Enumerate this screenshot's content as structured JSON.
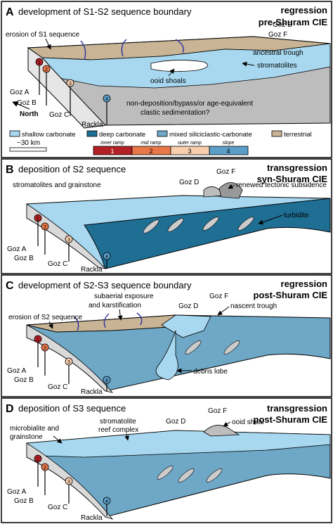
{
  "colors": {
    "shallow": "#a8d8f0",
    "deep": "#1f6e94",
    "mixed": "#6ea8c6",
    "terrestrial": "#c9b596",
    "inner": "#b21f24",
    "mid": "#e8774a",
    "outer": "#f7cfae",
    "slope": "#5b9ec8",
    "grey": "#b8b8b8",
    "river": "#3a3aa0"
  },
  "panels": [
    {
      "letter": "A",
      "title": "development of S1-S2 sequence boundary",
      "phase": "regression",
      "cie": "pre-Shuram CIE",
      "labels": {
        "erosion": "erosion of S1 sequence",
        "goz_d": "Goz D",
        "goz_f": "Goz F",
        "trough": "ancestral trough",
        "stromatolites": "stromatolites",
        "ooid": "ooid shoals",
        "nondep": "non-deposition/bypass/or age-equivalent",
        "clastic": "clastic sedimentation?"
      },
      "wells": {
        "goz_a": "Goz A",
        "goz_b": "Goz B",
        "goz_c": "Goz C",
        "rackla": "Rackla"
      },
      "north": "North"
    },
    {
      "letter": "B",
      "title": "deposition of S2 sequence",
      "phase": "transgression",
      "cie": "syn-Shuram CIE",
      "labels": {
        "strom": "stromatolites and grainstone",
        "goz_d": "Goz D",
        "goz_f": "Goz F",
        "tectonic": "renewed tectonic subsidence",
        "turbidite": "turbidite"
      },
      "wells": {
        "goz_a": "Goz A",
        "goz_b": "Goz B",
        "goz_c": "Goz C",
        "rackla": "Rackla"
      }
    },
    {
      "letter": "C",
      "title": "development of S2-S3 sequence boundary",
      "phase": "regression",
      "cie": "post-Shuram CIE",
      "labels": {
        "subaerial1": "subaerial exposure",
        "subaerial2": "and karstification",
        "goz_d": "Goz D",
        "goz_f": "Goz F",
        "nascent": "nascent trough",
        "erosion": "erosion of S2 sequence",
        "debris": "debris lobe"
      },
      "wells": {
        "goz_a": "Goz A",
        "goz_b": "Goz B",
        "goz_c": "Goz C",
        "rackla": "Rackla"
      }
    },
    {
      "letter": "D",
      "title": "deposition of S3 sequence",
      "phase": "transgression",
      "cie": "post-Shuram CIE",
      "labels": {
        "microbialite1": "microbialite and",
        "microbialite2": "grainstone",
        "strom1": "stromatolite",
        "strom2": "reef complex",
        "goz_d": "Goz D",
        "goz_f": "Goz F",
        "ooid": "ooid shoal"
      },
      "wells": {
        "goz_a": "Goz A",
        "goz_b": "Goz B",
        "goz_c": "Goz C",
        "rackla": "Rackla"
      }
    }
  ],
  "legend": {
    "shallow": "shallow carbonate",
    "deep": "deep carbonate",
    "mixed": "mixed siliciclastic-carbonate",
    "terrestrial": "terrestrial",
    "scale": "~30 km",
    "ramp": [
      {
        "num": "1",
        "label": "inner ramp"
      },
      {
        "num": "2",
        "label": "mid ramp"
      },
      {
        "num": "3",
        "label": "outer ramp"
      },
      {
        "num": "4",
        "label": "slope"
      }
    ]
  }
}
